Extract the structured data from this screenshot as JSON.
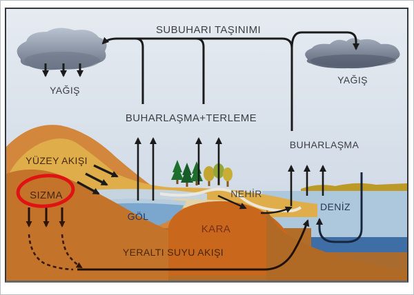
{
  "diagram": {
    "type": "water-cycle-diagram",
    "title": "SUBUHARI TAŞINIMI",
    "labels": {
      "precipitation_left": "YAĞIŞ",
      "precipitation_right": "YAĞIŞ",
      "evaporation_transpiration": "BUHARLAŞMA+TERLEME",
      "evaporation_sea": "BUHARLAŞMA",
      "surface_runoff": "YÜZEY AKIŞI",
      "infiltration": "SIZMA",
      "lake": "GÖL",
      "river": "NEHİR",
      "land": "KARA",
      "sea": "DENİZ",
      "groundwater_flow": "YERALTI SUYU AKIŞI"
    },
    "colors": {
      "highlight_red": "#e01313",
      "arrow_black": "#1b1b1b",
      "mountain_orange": "#d2873c",
      "slope_tan": "#dfae4b",
      "foreground_hill": "#c4732b",
      "ground_brown": "#b26d28",
      "land_hill": "#c9671d",
      "lake_blue": "#7ba6ce",
      "sea_light": "#adc8dc",
      "sea_dark": "#3f6da5",
      "sandbar_gold": "#bd9a28"
    }
  }
}
